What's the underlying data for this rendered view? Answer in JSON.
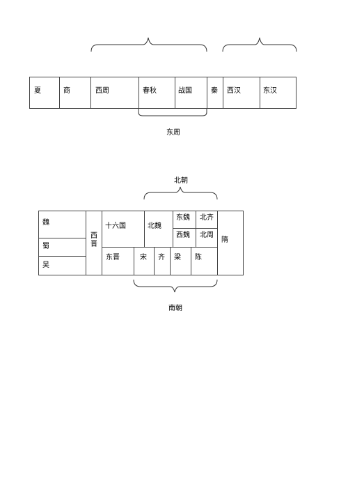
{
  "timeline1": {
    "cells": [
      "夏",
      "商",
      "西周",
      "春秋",
      "战国",
      "秦",
      "西汉",
      "东汉"
    ],
    "label_below": "东周"
  },
  "timeline2": {
    "label_top": "北朝",
    "label_bottom": "南朝",
    "three_kingdoms": [
      "魏",
      "蜀",
      "吴"
    ],
    "western_jin": "西晋",
    "sixteen_kingdoms": "十六国",
    "northern_wei": "北魏",
    "eastern_wei": "东魏",
    "northern_qi": "北齐",
    "western_wei": "西魏",
    "northern_zhou": "北周",
    "sui": "隋",
    "eastern_jin": "东晋",
    "song": "宋",
    "qi": "齐",
    "liang": "梁",
    "chen": "陈"
  }
}
